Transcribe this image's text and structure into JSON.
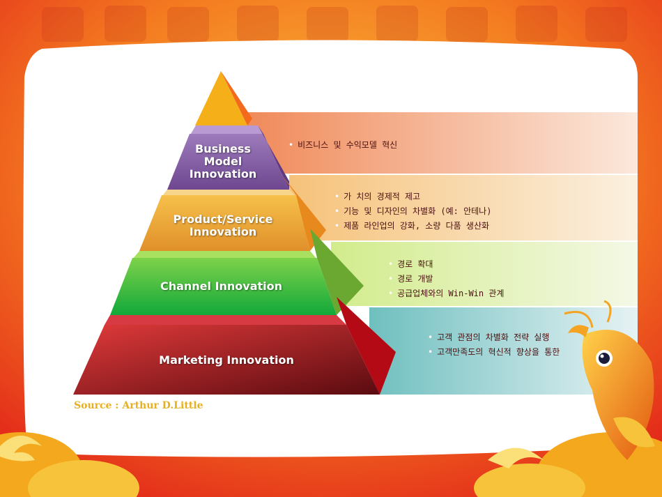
{
  "pyramid": {
    "levels": [
      {
        "label_lines": [
          "Business",
          "Model",
          "Innovation"
        ],
        "bullets": [
          "비즈니스 및 수익모델 혁신"
        ]
      },
      {
        "label_lines": [
          "Product/Service",
          "Innovation"
        ],
        "bullets": [
          "가 치의 경제적 제고",
          "기능 및 디자인의 차별화 (예: 안테나)",
          "제품 라인업의 강화, 소량 다품 생산화"
        ]
      },
      {
        "label_lines": [
          "Channel Innovation"
        ],
        "bullets": [
          "경로 확대",
          "경로 개발",
          "공급업체와의 Win-Win 관계"
        ]
      },
      {
        "label_lines": [
          "Marketing Innovation"
        ],
        "bullets": [
          "고객 관점의 차별화 전략 실행",
          "고객만족도의 혁신적 향상을 통한"
        ]
      }
    ]
  },
  "source": "Source : Arthur D.Little",
  "colors": {
    "frame_red": "#e8341c",
    "frame_orange": "#f7a21b",
    "apex": "#f5b019",
    "business": "#8a63a8",
    "product": "#f0a030",
    "channel": "#3db83a",
    "marketing": "#c81e28"
  }
}
